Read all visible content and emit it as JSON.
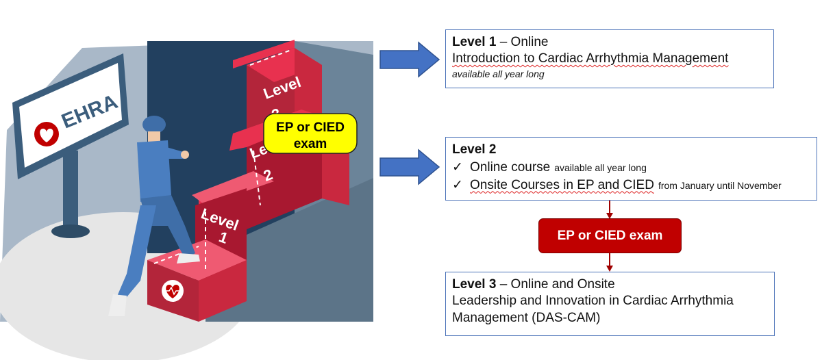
{
  "illustration": {
    "sign_text": "EHRA",
    "step1_label_line1": "Level",
    "step1_label_line2": "1",
    "step2_label_line1": "Level",
    "step2_label_line2": "2",
    "step3_label_line1": "Level",
    "step3_label_line2": "3",
    "callout_line1": "EP or CIED",
    "callout_line2": "exam"
  },
  "level1": {
    "title_bold": "Level 1",
    "title_rest": " – Online",
    "course_name": "Introduction to Cardiac Arrhythmia Management",
    "availability": "available all year long"
  },
  "level2": {
    "title_bold": "Level 2",
    "items": [
      {
        "check": "✓",
        "text": "Online course",
        "detail": "available all year long"
      },
      {
        "check": "✓",
        "text": "Onsite Courses in EP and CIED",
        "detail": "from January until November"
      }
    ]
  },
  "exam": {
    "label": "EP or CIED exam"
  },
  "level3": {
    "title_bold": "Level 3",
    "title_rest": " – Online and Onsite",
    "course_line1": "Leadership and Innovation in Cardiac Arrhythmia",
    "course_line2": "Management (DAS-CAM)"
  },
  "colors": {
    "arrow_blue": "#4472c4",
    "box_border": "#4b72b8",
    "exam_red": "#c00000",
    "stair_red": "#e8314f",
    "stair_dark": "#a81830",
    "callout_yellow": "#ffff00"
  }
}
